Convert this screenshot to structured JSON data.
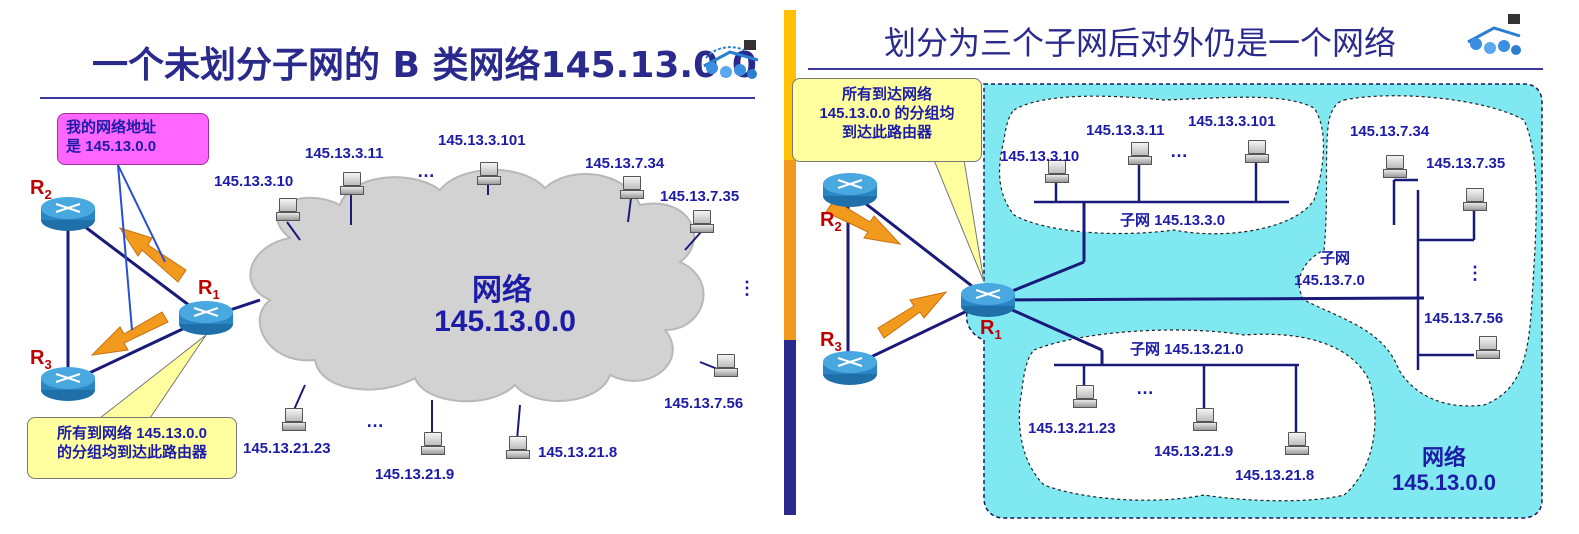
{
  "left": {
    "title": "一个未划分子网的 B 类网络145.13.0.0",
    "callout_top": [
      "我的网络地址",
      "是 145.13.0.0"
    ],
    "callout_bottom": [
      "所有到网络 145.13.0.0",
      "的分组均到达此路由器"
    ],
    "cloud_label": [
      "网络",
      "145.13.0.0"
    ],
    "routers": [
      {
        "id": "R",
        "sub": "2"
      },
      {
        "id": "R",
        "sub": "1"
      },
      {
        "id": "R",
        "sub": "3"
      }
    ],
    "hosts": [
      "145.13.3.10",
      "145.13.3.11",
      "145.13.3.101",
      "145.13.7.34",
      "145.13.7.35",
      "145.13.7.56",
      "145.13.21.23",
      "145.13.21.9",
      "145.13.21.8"
    ],
    "ellipses": [
      "…",
      "…",
      "⋮"
    ]
  },
  "right": {
    "title": "划分为三个子网后对外仍是一个网络",
    "callout": [
      "所有到达网络",
      "145.13.0.0 的分组均",
      "到达此路由器"
    ],
    "routers": [
      {
        "id": "R",
        "sub": "2"
      },
      {
        "id": "R",
        "sub": "3"
      },
      {
        "id": "R",
        "sub": "1"
      }
    ],
    "subnet_3": {
      "label": "子网 145.13.3.0",
      "hosts": [
        "145.13.3.10",
        "145.13.3.11",
        "145.13.3.101"
      ]
    },
    "subnet_7": {
      "label": [
        "子网",
        "145.13.7.0"
      ],
      "hosts": [
        "145.13.7.34",
        "145.13.7.35",
        "145.13.7.56"
      ]
    },
    "subnet_21": {
      "label": "子网 145.13.21.0",
      "hosts": [
        "145.13.21.23",
        "145.13.21.9",
        "145.13.21.8"
      ]
    },
    "network_label": [
      "网络",
      "145.13.0.0"
    ],
    "ellipses": [
      "…",
      "⋮",
      "…"
    ]
  },
  "colors": {
    "title": "#2a2a8c",
    "label": "#1c1ca8",
    "router_label": "#c00000",
    "arrow": "#f29a1e",
    "cloud": "#d2d2d2",
    "network_fill": "#7fe8f0",
    "callout_magenta": "#ff66ff",
    "callout_yellow": "#ffffa0"
  }
}
